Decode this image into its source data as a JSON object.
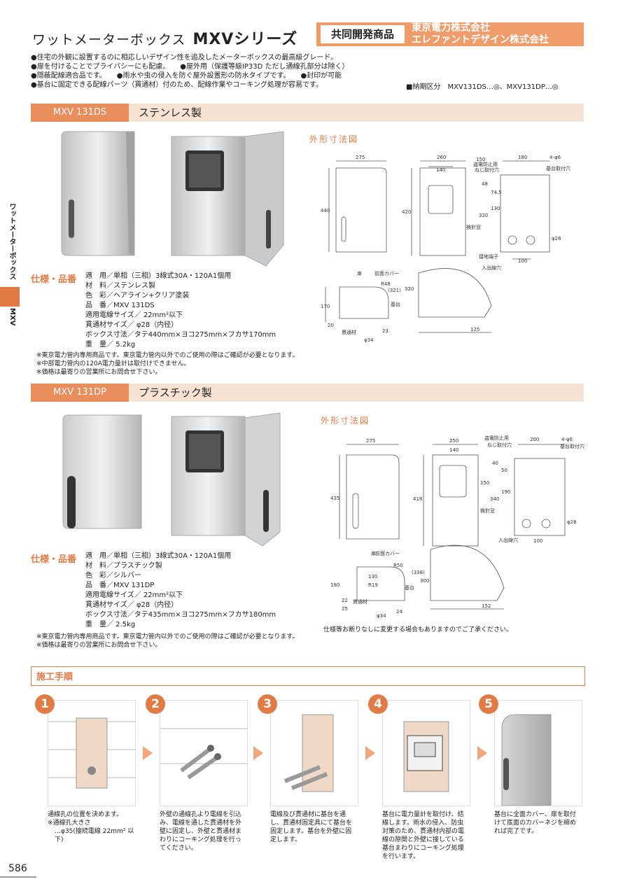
{
  "header": {
    "title": "ワットメーターボックス",
    "series": "MXVシリーズ",
    "joint_label": "共同開発商品",
    "joint_company1": "東京電力株式会社",
    "joint_company2": "エレファントデザイン株式会社"
  },
  "bullets": [
    "●住宅の外観に設置するのに相応しいデザイン性を追及したメーターボックスの最高級グレード。",
    "●扉を付けることでプライバシーにも配慮。　　●屋外用（保護等級IP33D ただし通線孔部分は除く）",
    "●隠蔽配線適合品です。　　●雨水や虫の侵入を防ぐ屋外設置形の防水タイプです。　　●封印が可能",
    "●基台に固定できる配線パーツ（貫通材）付のため、配線作業やコーキング処理が容易です。"
  ],
  "delivery": "■納期区分　MXV131DS…◎、MXV131DP…◎",
  "sidebar": {
    "category": "ワットメーターボックス",
    "tab": "MXV"
  },
  "products": [
    {
      "code": "MXV 131DS",
      "material_title": "ステンレス製",
      "spec_heading": "仕様・品番",
      "dim_title": "外形寸法図",
      "specs": [
        "適　用／単相（三相）3線式30A・120A1個用",
        "材　料／ステンレス製",
        "色　彩／ヘアライン+クリア塗装",
        "品　番／MXV 131DS",
        "適用電線サイズ／ 22mm²以下",
        "貫通材サイズ／ φ28（内径）",
        "ボックス寸法／タテ440mm×ヨコ275mm×フカサ170mm",
        "重　量／ 5.2kg"
      ],
      "notes": [
        "※東京電力管内専用商品です。東京電力管内以外でのご使用の際はご確認が必要となります。",
        "※中部電力管内の120A電力量計は取付けできません。",
        "※価格は最寄りの営業所にお問合せ下さい。"
      ],
      "dims": {
        "front_w": "275",
        "front_h": "440",
        "side_w": "260",
        "side_inner": "140",
        "side_h": "420",
        "d150": "150",
        "d320": "320",
        "d48": "48",
        "d745": "74.5",
        "d130": "130",
        "back_w": "180",
        "holes": "4-φ6",
        "d100": "100",
        "d28": "φ28",
        "bottom_h": "170",
        "r": "R48",
        "d321": "(321)",
        "d20": "20",
        "d23": "23",
        "d34": "φ34",
        "d125": "125",
        "lbl_theft": "盗電防止用",
        "lbl_screw": "ねじ取付穴",
        "lbl_base_hole": "基台取付穴",
        "lbl_meter": "検針窓",
        "lbl_ground": "接地端子",
        "lbl_entry": "入出線穴",
        "lbl_door": "扉",
        "lbl_cover": "前面カバー",
        "lbl_base": "基台",
        "lbl_pass": "貫通材"
      }
    },
    {
      "code": "MXV 131DP",
      "material_title": "プラスチック製",
      "spec_heading": "仕様・品番",
      "dim_title": "外形寸法図",
      "specs": [
        "適　用／単相（三相）3線式30A・120A1個用",
        "材　料／プラスチック製",
        "色　彩／シルバー",
        "品　番／MXV 131DP",
        "適用電線サイズ／ 22mm²以下",
        "貫通材サイズ／ φ28（内径）",
        "ボックス寸法／タテ435mm×ヨコ275mm×フカサ180mm",
        "重　量／ 2.5kg"
      ],
      "notes": [
        "※東京電力管内専用商品です。東京電力管内以外でのご使用の際はご確認が必要となります。",
        "※価格は最寄りの営業所にお問合せ下さい。"
      ],
      "dims": {
        "front_w": "275",
        "front_h": "435",
        "side_w": "250",
        "side_inner": "140",
        "side_h": "418",
        "d150": "150",
        "d340": "340",
        "d40": "40",
        "d50": "50",
        "d190": "190",
        "back_w": "200",
        "holes": "4-φ6",
        "d100": "100",
        "d28": "φ28",
        "bottom_h": "180",
        "r": "R50",
        "r19": "R19",
        "d130": "130",
        "d338": "(338)",
        "d300": "300",
        "d25": "25",
        "d22": "22",
        "d24": "24",
        "d34": "φ34",
        "d152": "152",
        "lbl_theft": "盗電防止用",
        "lbl_screw": "ねじ取付穴",
        "lbl_base_hole": "基台取付穴",
        "lbl_meter": "検針窓",
        "lbl_entry": "入出線穴",
        "lbl_door": "扉",
        "lbl_cover": "前面カバー",
        "lbl_base": "基台",
        "lbl_pass": "貫通材"
      }
    }
  ],
  "change_notice": "仕様等お断りなしに変更する場合もありますのでご了承ください。",
  "steps_title": "施工手順",
  "steps": [
    {
      "num": "1",
      "text": "通線孔の位置を決めます。",
      "sub1": "※通線孔大きさ",
      "sub2": "…φ35(接続電線 22mm² 以下)"
    },
    {
      "num": "2",
      "text": "外壁の通線孔より電線を引込み、電線を通した貫通材を外壁に固定し、外壁と貫通材まわりにコーキング処理を行ってください。"
    },
    {
      "num": "3",
      "text": "電線及び貫通材に基台を通し、貫通材固定具にて基台を固定します。基台を外壁に固定します。"
    },
    {
      "num": "4",
      "text": "基台に電力量計を取付け、結線します。雨水の侵入、防虫対策のため、貫通材内部の電線の隙間と外壁に接している基台まわりにコーキング処理を行います。"
    },
    {
      "num": "5",
      "text": "基台に全面カバー、扉を取付けて底面のカバーネジを締めれば完了です。"
    }
  ],
  "page_number": "586"
}
